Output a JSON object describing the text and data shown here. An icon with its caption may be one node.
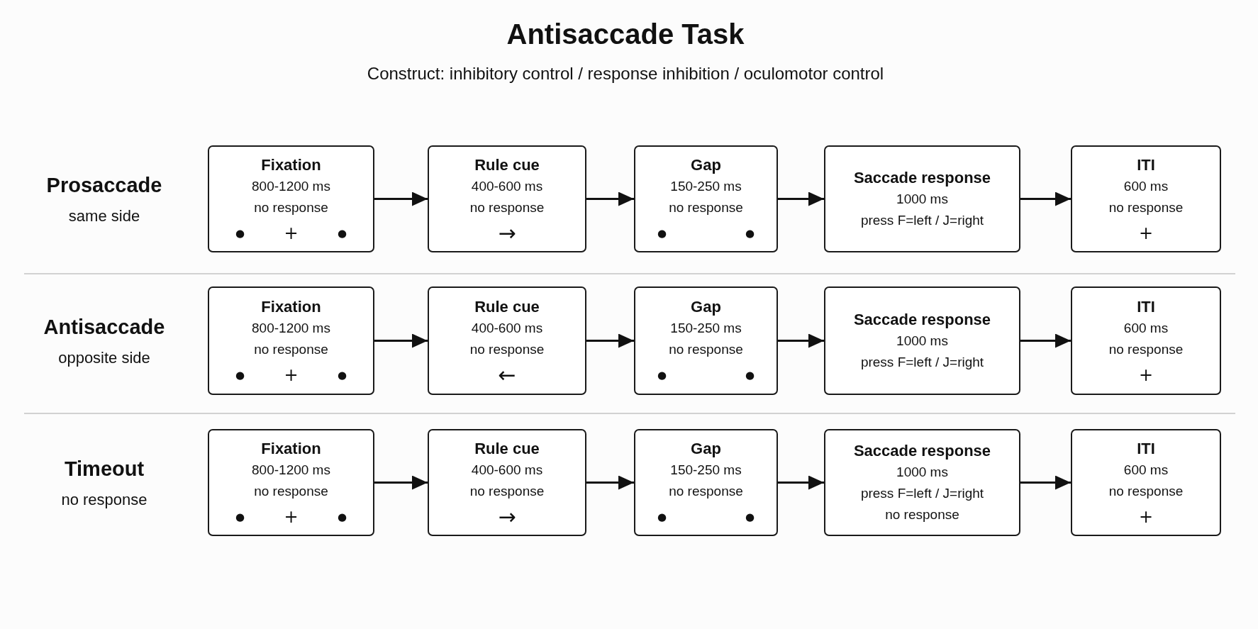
{
  "diagram": {
    "title": "Antisaccade Task",
    "nodes": [
      {
        "text": [
          "Fixation",
          "800-1200 ms",
          "no response",
          "●",
          "+",
          "●"
        ]
      },
      {
        "text": [
          "Rule cue",
          "400-600 ms",
          "no response",
          "→"
        ]
      },
      {
        "text": [
          "Gap",
          "150-250 ms",
          "no response",
          "●",
          "●"
        ]
      },
      {
        "text": [
          "Saccade response",
          "1000 ms",
          "press F=left / J=right"
        ]
      },
      {
        "text": [
          "ITI",
          "600 ms",
          "no response",
          "+"
        ]
      },
      {
        "text": [
          "Fixation",
          "800-1200 ms",
          "no response",
          "●",
          "+",
          "●"
        ]
      },
      {
        "text": [
          "Rule cue",
          "400-600 ms",
          "no response",
          "←"
        ]
      },
      {
        "text": [
          "Gap",
          "150-250 ms",
          "no response",
          "●",
          "●"
        ]
      },
      {
        "text": [
          "Saccade response",
          "1000 ms",
          "press F=left / J=right"
        ]
      },
      {
        "text": [
          "ITI",
          "600 ms",
          "no response",
          "+"
        ]
      },
      {
        "text": [
          "Fixation",
          "800-1200 ms",
          "no response",
          "●",
          "+",
          "●"
        ]
      },
      {
        "text": [
          "Rule cue",
          "400-600 ms",
          "no response",
          "→"
        ]
      },
      {
        "text": [
          "Gap",
          "150-250 ms",
          "no response",
          "●",
          "●"
        ]
      },
      {
        "text": [
          "Saccade response",
          "1000 ms",
          "press F=left / J=right",
          "no response"
        ]
      },
      {
        "text": [
          "ITI",
          "600 ms",
          "no response",
          "+"
        ]
      }
    ],
    "edges": [
      {
        "from": 0,
        "to": 1,
        "arrow": "to"
      },
      {
        "from": 1,
        "to": 2,
        "arrow": "to"
      },
      {
        "from": 2,
        "to": 3,
        "arrow": "to"
      },
      {
        "from": 3,
        "to": 4,
        "arrow": "to"
      },
      {
        "from": 5,
        "to": 6,
        "arrow": "to"
      },
      {
        "from": 6,
        "to": 7,
        "arrow": "to"
      },
      {
        "from": 7,
        "to": 8,
        "arrow": "to"
      },
      {
        "from": 8,
        "to": 9,
        "arrow": "to"
      },
      {
        "from": 10,
        "to": 11,
        "arrow": "to"
      },
      {
        "from": 11,
        "to": 12,
        "arrow": "to"
      },
      {
        "from": 12,
        "to": 13,
        "arrow": "to"
      },
      {
        "from": 13,
        "to": 14,
        "arrow": "to"
      }
    ],
    "labels": [
      "Construct: inhibitory control / response inhibition / oculomotor control",
      "Prosaccade",
      "same side",
      "Antisaccade",
      "opposite side",
      "Timeout",
      "no response"
    ]
  }
}
